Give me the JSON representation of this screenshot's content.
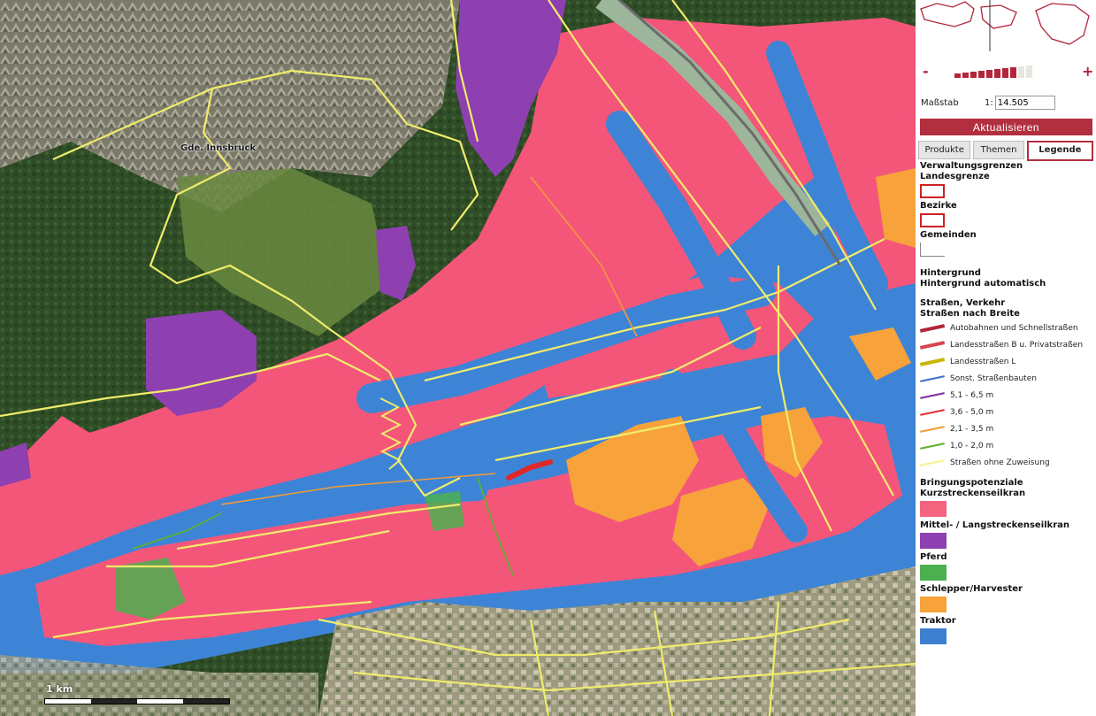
{
  "map": {
    "place_labels": [
      "Gde. Innsbruck"
    ],
    "scale_label": "1 km"
  },
  "panel": {
    "zoom": {
      "minus": "-",
      "plus": "+",
      "level": 8,
      "steps": 10
    },
    "scale": {
      "label": "Maßstab",
      "prefix": "1:",
      "value": "14.505"
    },
    "refresh_button": "Aktualisieren",
    "tabs": [
      {
        "label": "Produkte",
        "active": false
      },
      {
        "label": "Themen",
        "active": false
      },
      {
        "label": "Legende",
        "active": true
      }
    ],
    "legend": {
      "admin_title": "Verwaltungsgrenzen",
      "landesgrenze": "Landesgrenze",
      "bezirke": "Bezirke",
      "gemeinden": "Gemeinden",
      "bg_title": "Hintergrund",
      "bg_sub": "Hintergrund automatisch",
      "roads_title": "Straßen, Verkehr",
      "roads_sub": "Straßen nach Breite",
      "road_items": [
        {
          "label": "Autobahnen und Schnellstraßen",
          "color": "#b3253b"
        },
        {
          "label": "Landesstraßen B u. Privatstraßen",
          "color": "#d6454f"
        },
        {
          "label": "Landesstraßen L",
          "color": "#c9b400"
        },
        {
          "label": "Sonst. Straßenbauten",
          "color": "#3b6fc4"
        },
        {
          "label": "5,1 - 6,5 m",
          "color": "#7b2d9c"
        },
        {
          "label": "3,6 - 5,0 m",
          "color": "#e03030"
        },
        {
          "label": "2,1 - 3,5 m",
          "color": "#f29b38"
        },
        {
          "label": "1,0 - 2,0 m",
          "color": "#5fb030"
        },
        {
          "label": "Straßen ohne Zuweisung",
          "color": "#f6f28a"
        }
      ],
      "potential_title": "Bringungspotenziale",
      "potential_items": [
        {
          "label": "Kurzstreckenseilkran",
          "color": "#f4647f"
        },
        {
          "label": "Mittel- / Langstreckenseilkran",
          "color": "#8e3fb0"
        },
        {
          "label": "Pferd",
          "color": "#4caf50"
        },
        {
          "label": "Schlepper/Harvester",
          "color": "#f7a23a"
        },
        {
          "label": "Traktor",
          "color": "#3d7fd1"
        }
      ]
    }
  },
  "colors": {
    "kurz": "#f4567a",
    "mittel": "#8e3fb0",
    "traktor": "#3d84d6",
    "schlepper": "#f7a23a",
    "pferd": "#4caf50",
    "road_yellow": "#f0ec6a",
    "forest": "#2f4d27",
    "rock": "#8a8878",
    "urban": "#a9a68d"
  }
}
